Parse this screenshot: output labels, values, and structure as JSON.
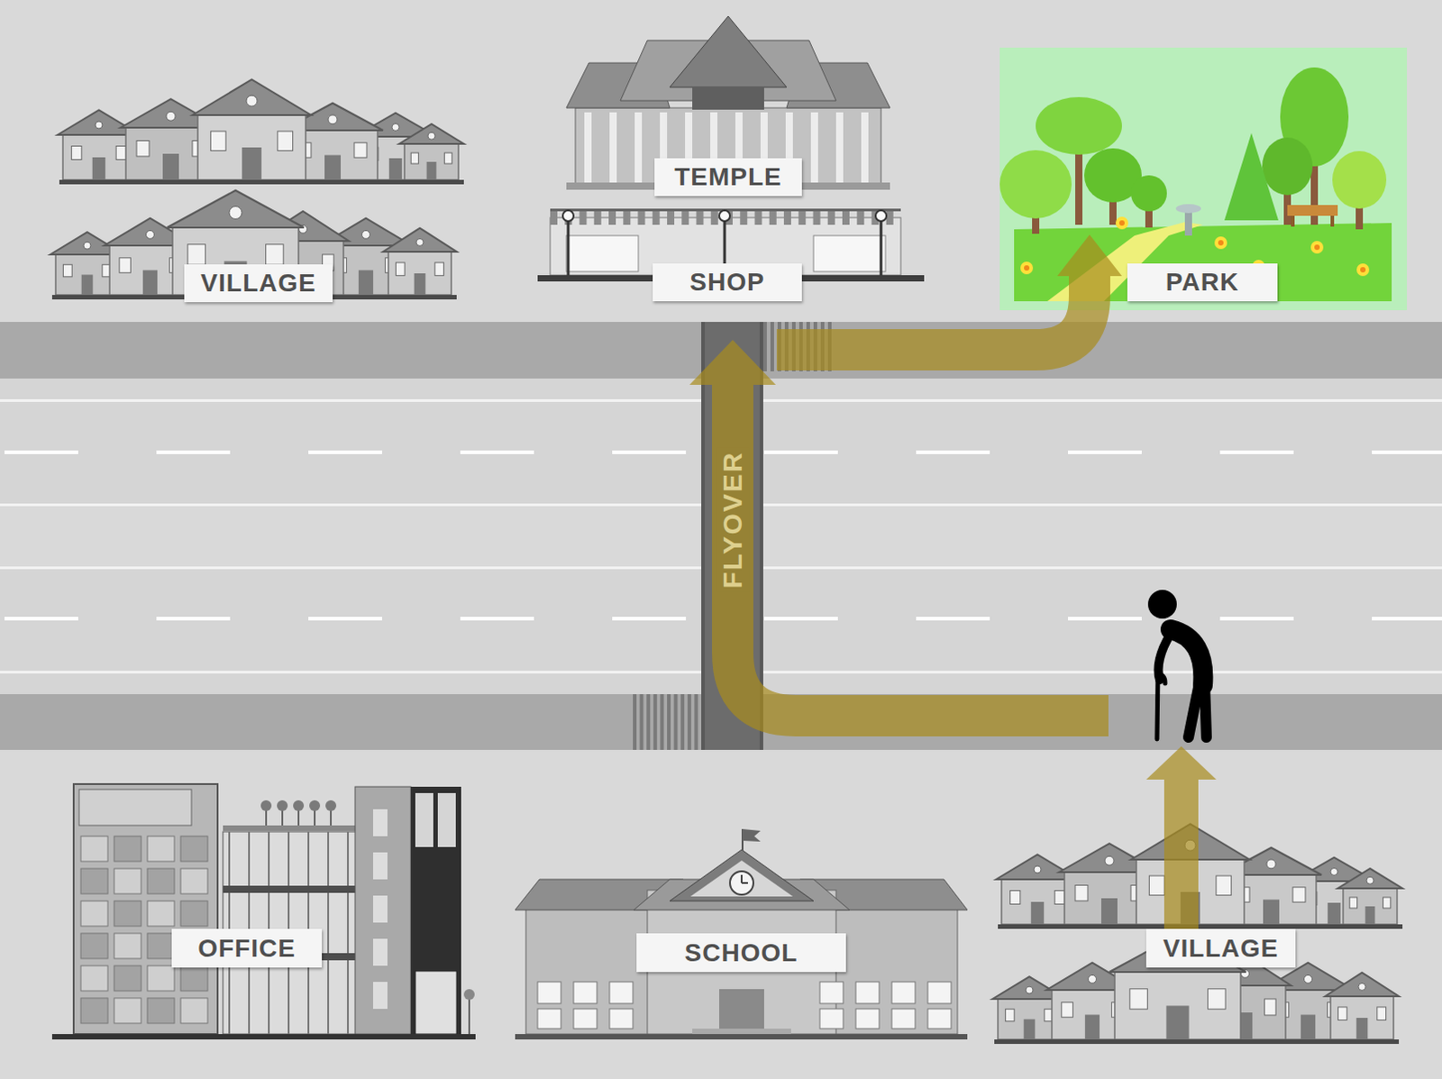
{
  "diagram": {
    "nodes": [
      {
        "text": [
          "VILLAGE"
        ]
      },
      {
        "text": [
          "TEMPLE"
        ]
      },
      {
        "text": [
          "SHOP"
        ]
      },
      {
        "text": [
          "PARK"
        ]
      },
      {
        "text": [
          "OFFICE"
        ]
      },
      {
        "text": [
          "SCHOOL"
        ]
      },
      {
        "text": [
          "VILLAGE"
        ]
      }
    ],
    "edges": [
      {
        "from": 6,
        "to": 3,
        "arrow": "to",
        "label": "FLYOVER"
      }
    ]
  }
}
